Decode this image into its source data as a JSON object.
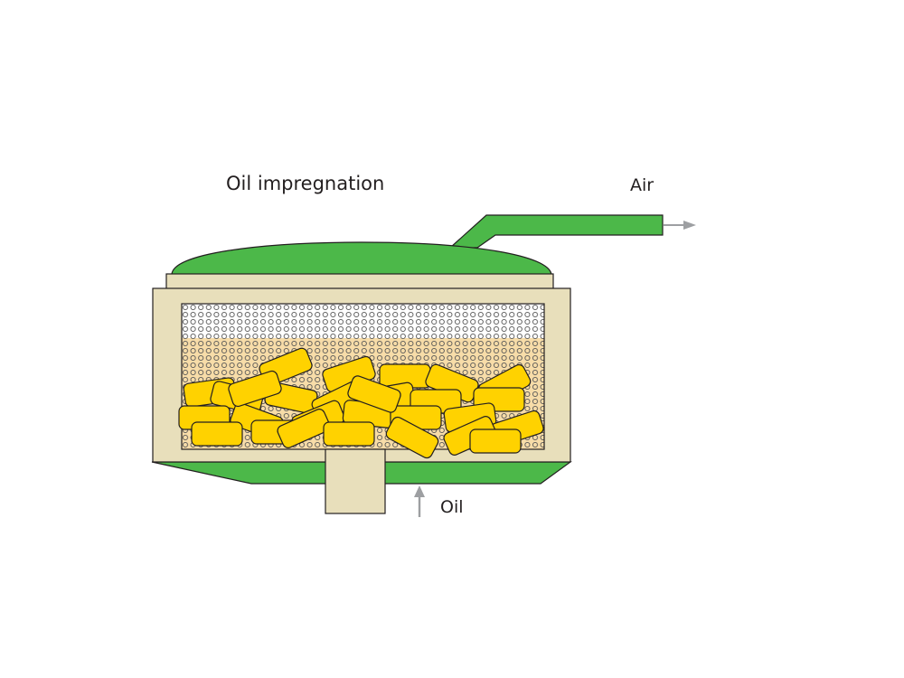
{
  "title": "Oil impregnation",
  "labels": {
    "air": "Air",
    "oil": "Oil"
  },
  "colors": {
    "vessel_green": "#4cb849",
    "vessel_frame": "#e8dfbb",
    "oil_fill": "#f7dca8",
    "pellet": "#ffd200",
    "arrow": "#9d9fa2",
    "outline": "#231f20"
  }
}
